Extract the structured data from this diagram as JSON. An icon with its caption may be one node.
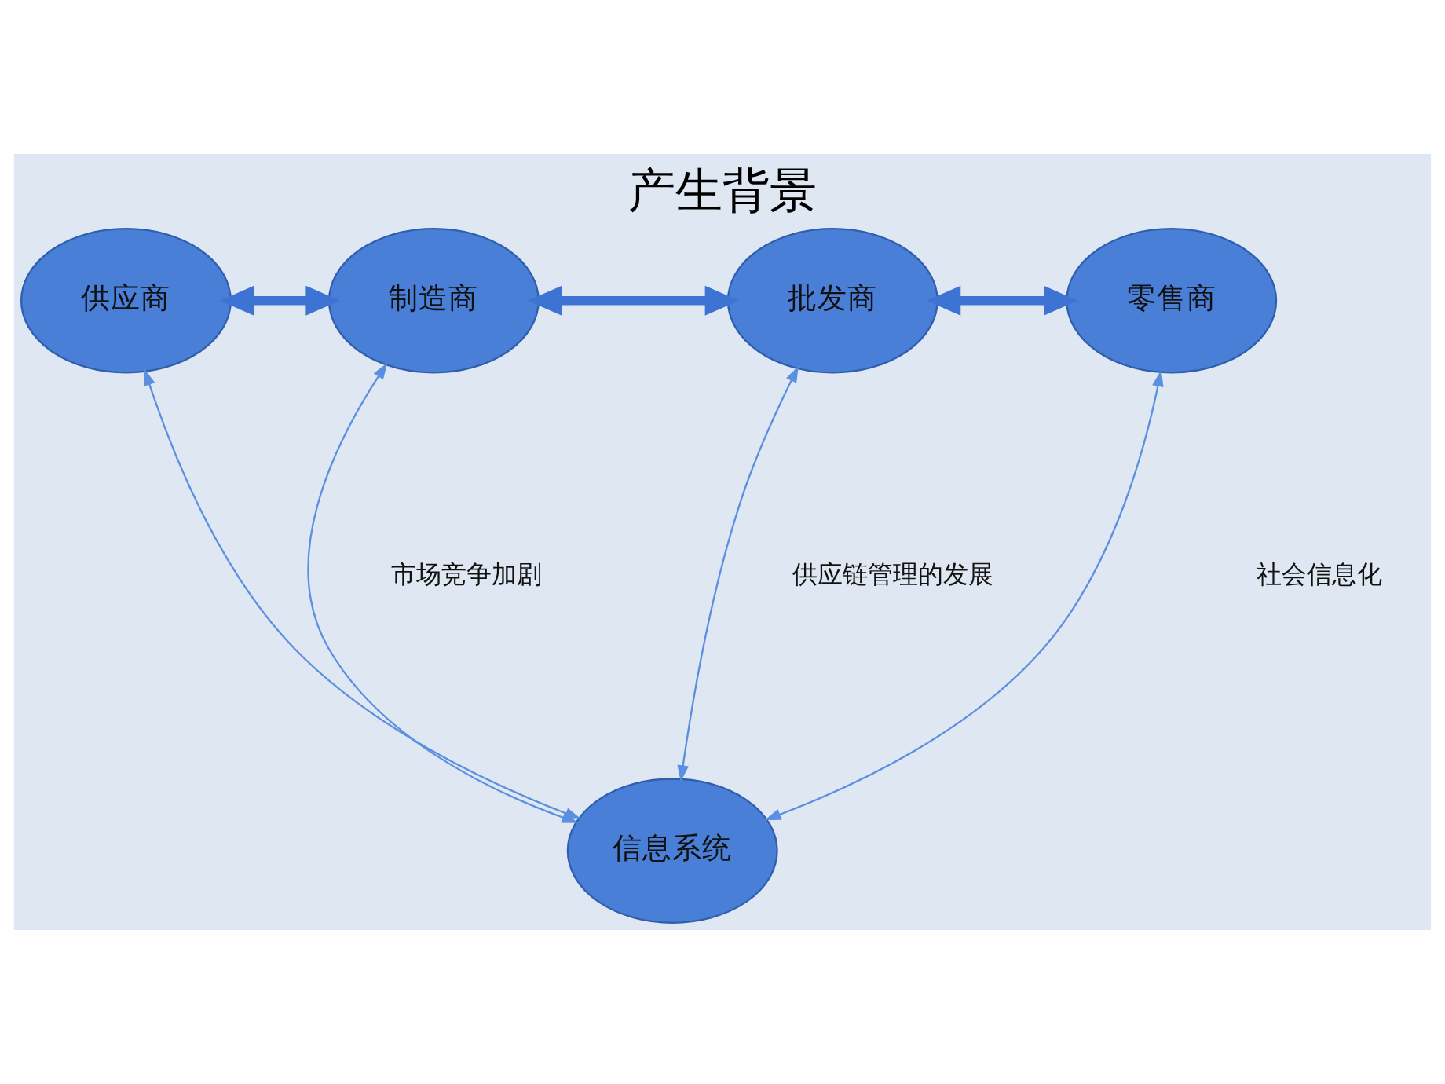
{
  "diagram": {
    "title": "产生背景",
    "nodes": [
      {
        "text": [
          "供应商"
        ]
      },
      {
        "text": [
          "制造商"
        ]
      },
      {
        "text": [
          "批发商"
        ]
      },
      {
        "text": [
          "零售商"
        ]
      },
      {
        "text": [
          "信息系统"
        ]
      }
    ],
    "edges": [
      {
        "from": 0,
        "to": 1,
        "arrow": "both",
        "style": "thick"
      },
      {
        "from": 1,
        "to": 2,
        "arrow": "both",
        "style": "thick"
      },
      {
        "from": 2,
        "to": 3,
        "arrow": "both",
        "style": "thick"
      },
      {
        "from": 0,
        "to": 4,
        "arrow": "both"
      },
      {
        "from": 1,
        "to": 4,
        "arrow": "both"
      },
      {
        "from": 2,
        "to": 4,
        "arrow": "both"
      },
      {
        "from": 3,
        "to": 4,
        "arrow": "both"
      }
    ],
    "labels": [
      "市场竞争加剧",
      "供应链管理的发展",
      "社会信息化"
    ]
  }
}
